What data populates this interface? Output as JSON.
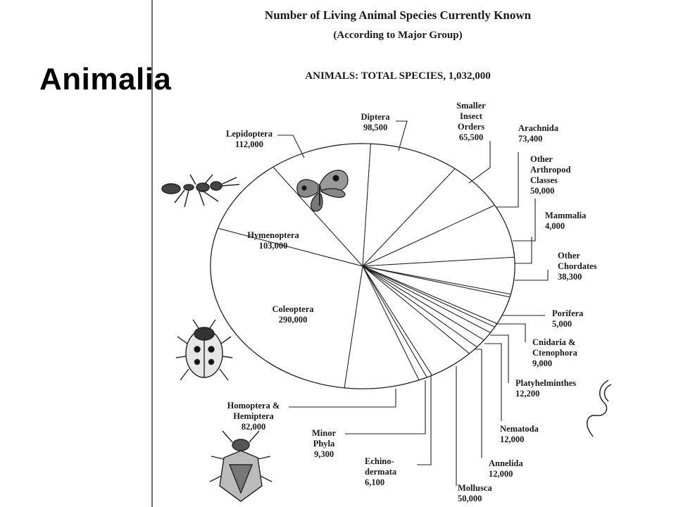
{
  "slide": {
    "title": "Animalia"
  },
  "chart_data": {
    "type": "pie",
    "title": "Number of Living Animal Species Currently Known",
    "subtitle": "(According to Major Group)",
    "total_label": "ANIMALS: TOTAL SPECIES, 1,032,000",
    "slices": [
      {
        "name": "Diptera",
        "label_lines": [
          "Diptera",
          "98,500"
        ],
        "value": 98500
      },
      {
        "name": "Smaller Insect Orders",
        "label_lines": [
          "Smaller",
          "Insect",
          "Orders",
          "65,500"
        ],
        "value": 65500
      },
      {
        "name": "Arachnida",
        "label_lines": [
          "Arachnida",
          "73,400"
        ],
        "value": 73400
      },
      {
        "name": "Other Arthropod Classes",
        "label_lines": [
          "Other",
          "Arthropod",
          "Classes",
          "50,000"
        ],
        "value": 50000
      },
      {
        "name": "Mammalia",
        "label_lines": [
          "Mammalia",
          "4,000"
        ],
        "value": 4000
      },
      {
        "name": "Other Chordates",
        "label_lines": [
          "Other",
          "Chordates",
          "38,300"
        ],
        "value": 38300
      },
      {
        "name": "Porifera",
        "label_lines": [
          "Porifera",
          "5,000"
        ],
        "value": 5000
      },
      {
        "name": "Cnidaria & Ctenophora",
        "label_lines": [
          "Cnidaria &",
          "Ctenophora",
          "9,000"
        ],
        "value": 9000
      },
      {
        "name": "Platyhelminthes",
        "label_lines": [
          "Platyhelminthes",
          "12,200"
        ],
        "value": 12200
      },
      {
        "name": "Nematoda",
        "label_lines": [
          "Nematoda",
          "12,000"
        ],
        "value": 12000
      },
      {
        "name": "Annelida",
        "label_lines": [
          "Annelida",
          "12,000"
        ],
        "value": 12000
      },
      {
        "name": "Mollusca",
        "label_lines": [
          "Mollusca",
          "50,000"
        ],
        "value": 50000
      },
      {
        "name": "Echinodermata",
        "label_lines": [
          "Echino-",
          "dermata",
          "6,100"
        ],
        "value": 6100
      },
      {
        "name": "Minor Phyla",
        "label_lines": [
          "Minor",
          "Phyla",
          "9,300"
        ],
        "value": 9300
      },
      {
        "name": "Homoptera & Hemiptera",
        "label_lines": [
          "Homoptera &",
          "Hemiptera",
          "82,000"
        ],
        "value": 82000
      },
      {
        "name": "Coleoptera",
        "label_lines": [
          "Coleoptera",
          "290,000"
        ],
        "value": 290000
      },
      {
        "name": "Hymenoptera",
        "label_lines": [
          "Hymenoptera",
          "103,000"
        ],
        "value": 103000
      },
      {
        "name": "Lepidoptera",
        "label_lines": [
          "Lepidoptera",
          "112,000"
        ],
        "value": 112000
      }
    ]
  }
}
